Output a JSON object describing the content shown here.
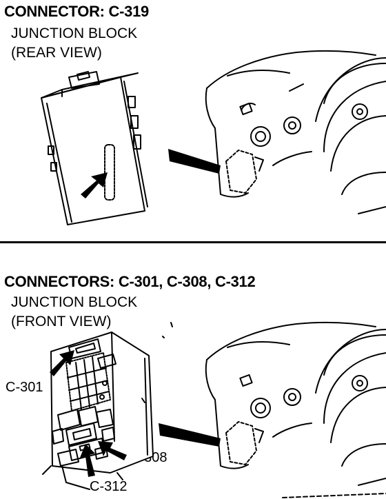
{
  "section1": {
    "heading": "CONNECTOR: C-319",
    "subtitle_line1": "JUNCTION BLOCK",
    "subtitle_line2": "(REAR VIEW)"
  },
  "section2": {
    "heading": "CONNECTORS: C-301, C-308, C-312",
    "subtitle_line1": "JUNCTION BLOCK",
    "subtitle_line2": "(FRONT VIEW)",
    "callouts": {
      "c301": "C-301",
      "c308": "C-308",
      "c312": "C-312"
    }
  }
}
